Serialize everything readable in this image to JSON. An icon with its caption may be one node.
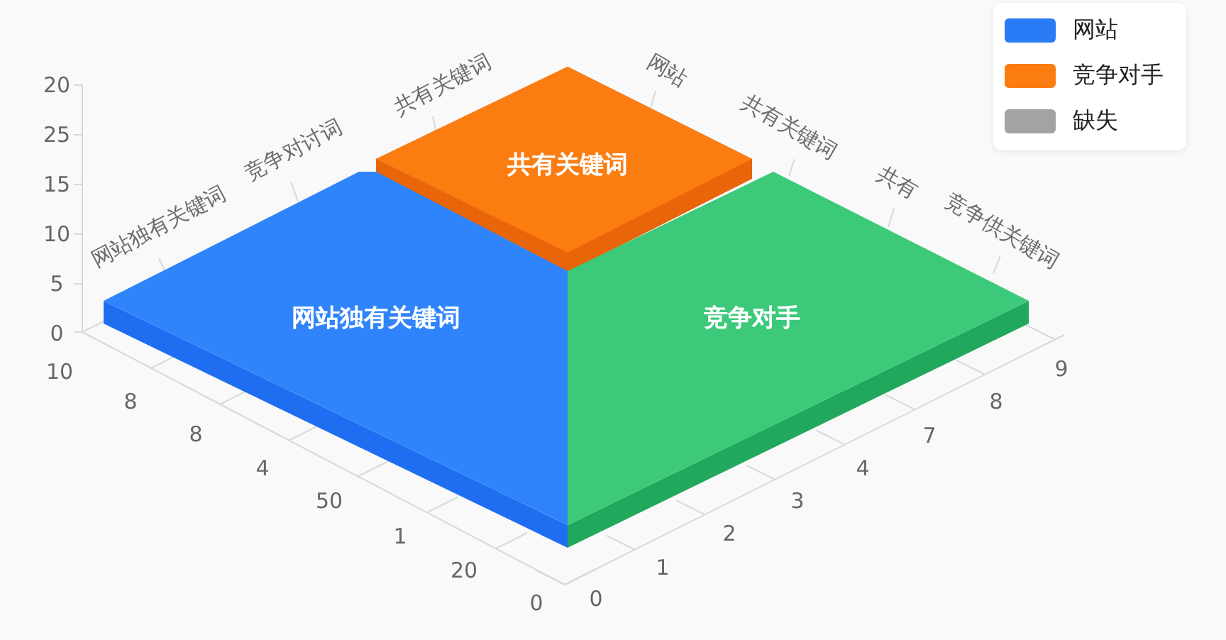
{
  "diagram": {
    "nodes": [
      {
        "text": [
          "共有关键词"
        ]
      },
      {
        "text": [
          "网站独有关键词"
        ]
      },
      {
        "text": [
          "竞争对手"
        ]
      }
    ],
    "labels": [
      "20",
      "25",
      "15",
      "10",
      "5",
      "0",
      "网站独有关键词",
      "竞争对讨词",
      "共有关键词",
      "网站",
      "共有关键词",
      "共有",
      "竞争供关键词",
      "10",
      "8",
      "8",
      "4",
      "50",
      "1",
      "20",
      "0",
      "0",
      "1",
      "2",
      "3",
      "4",
      "7",
      "8",
      "9"
    ],
    "legend": [
      {
        "text": "网站",
        "color": "#2a7cf6"
      },
      {
        "text": "竞争对手",
        "color": "#fb7d12"
      },
      {
        "text": "缺失",
        "color": "#a3a3a6"
      }
    ]
  }
}
